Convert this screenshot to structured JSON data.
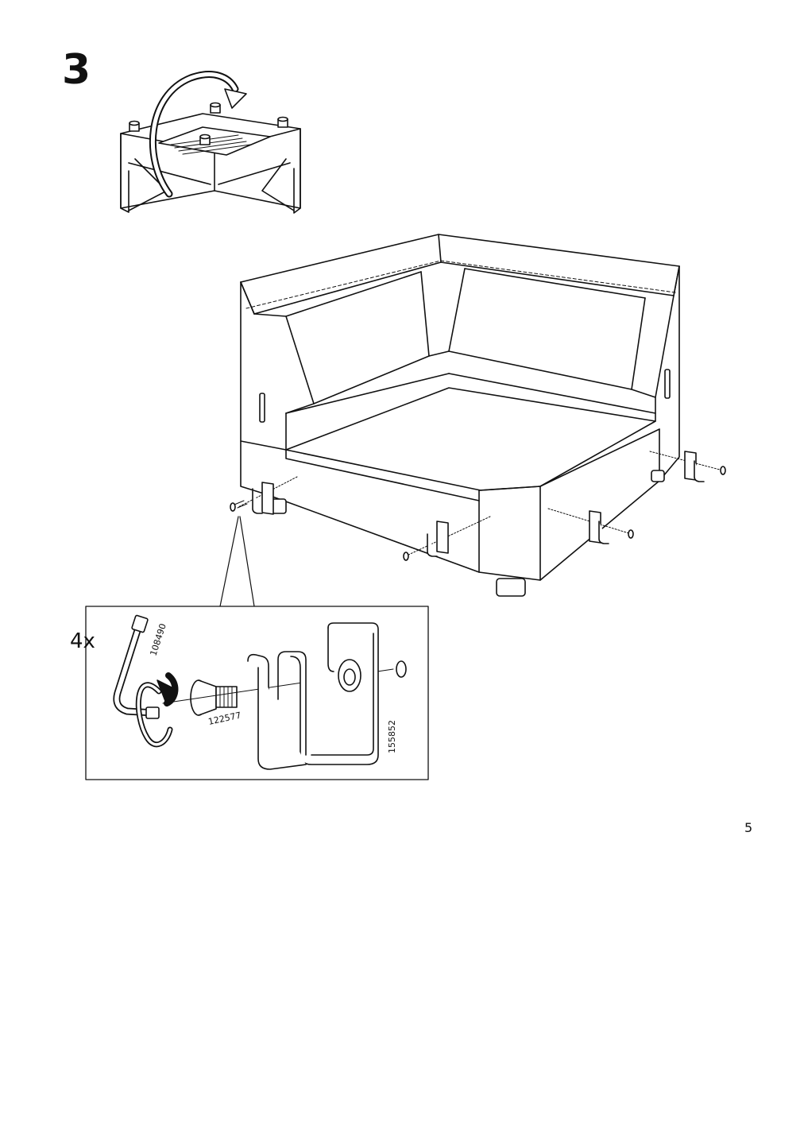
{
  "step": {
    "number": "3"
  },
  "detail": {
    "quantity": "4x",
    "parts": {
      "hex_key": "108490",
      "bolt": "122577",
      "bracket": "155852"
    }
  },
  "page": {
    "number": "5"
  }
}
